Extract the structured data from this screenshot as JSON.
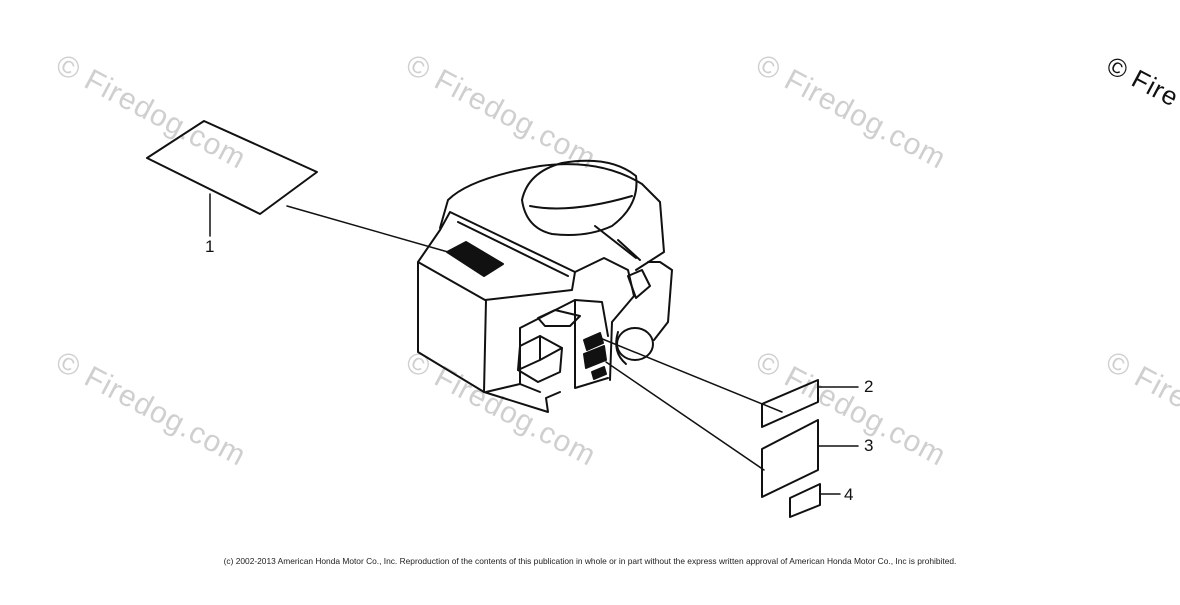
{
  "watermarks": [
    "© Firedog.com",
    "© Firedog.com",
    "© Firedog.com",
    "© Fire",
    "© Firedog.com",
    "© Firedog.com",
    "© Firedog.com",
    "© Fire"
  ],
  "callouts": {
    "c1": "1",
    "c2": "2",
    "c3": "3",
    "c4": "4"
  },
  "footer": {
    "copyright": "(c) 2002-2013 American Honda Motor Co., Inc. Reproduction of the contents of this publication in whole or in part without the express written approval of American Honda Motor Co., Inc is prohibited."
  },
  "colors": {
    "line": "#111111",
    "watermark": "#cfcfcf",
    "background": "#ffffff"
  }
}
